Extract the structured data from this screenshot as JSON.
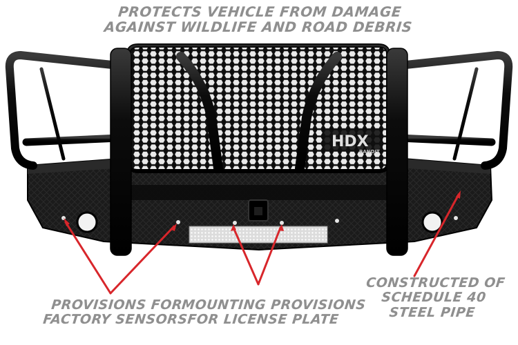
{
  "callouts": {
    "top": [
      "PROTECTS VEHICLE FROM DAMAGE",
      "AGAINST WILDLIFE AND ROAD DEBRIS"
    ],
    "sensors": [
      "PROVISIONS FOR",
      "FACTORY SENSORS"
    ],
    "license_plate": [
      "MOUNTING PROVISIONS",
      "FOR LICENSE PLATE"
    ],
    "steel_pipe": [
      "CONSTRUCTED OF",
      "SCHEDULE 40",
      "STEEL PIPE"
    ]
  },
  "badge": {
    "text": "HDX",
    "subtext": "BANDIT"
  },
  "colors": {
    "callout_text": "#8f8f8f",
    "arrow": "#d8262b",
    "bumper": "#141414"
  }
}
